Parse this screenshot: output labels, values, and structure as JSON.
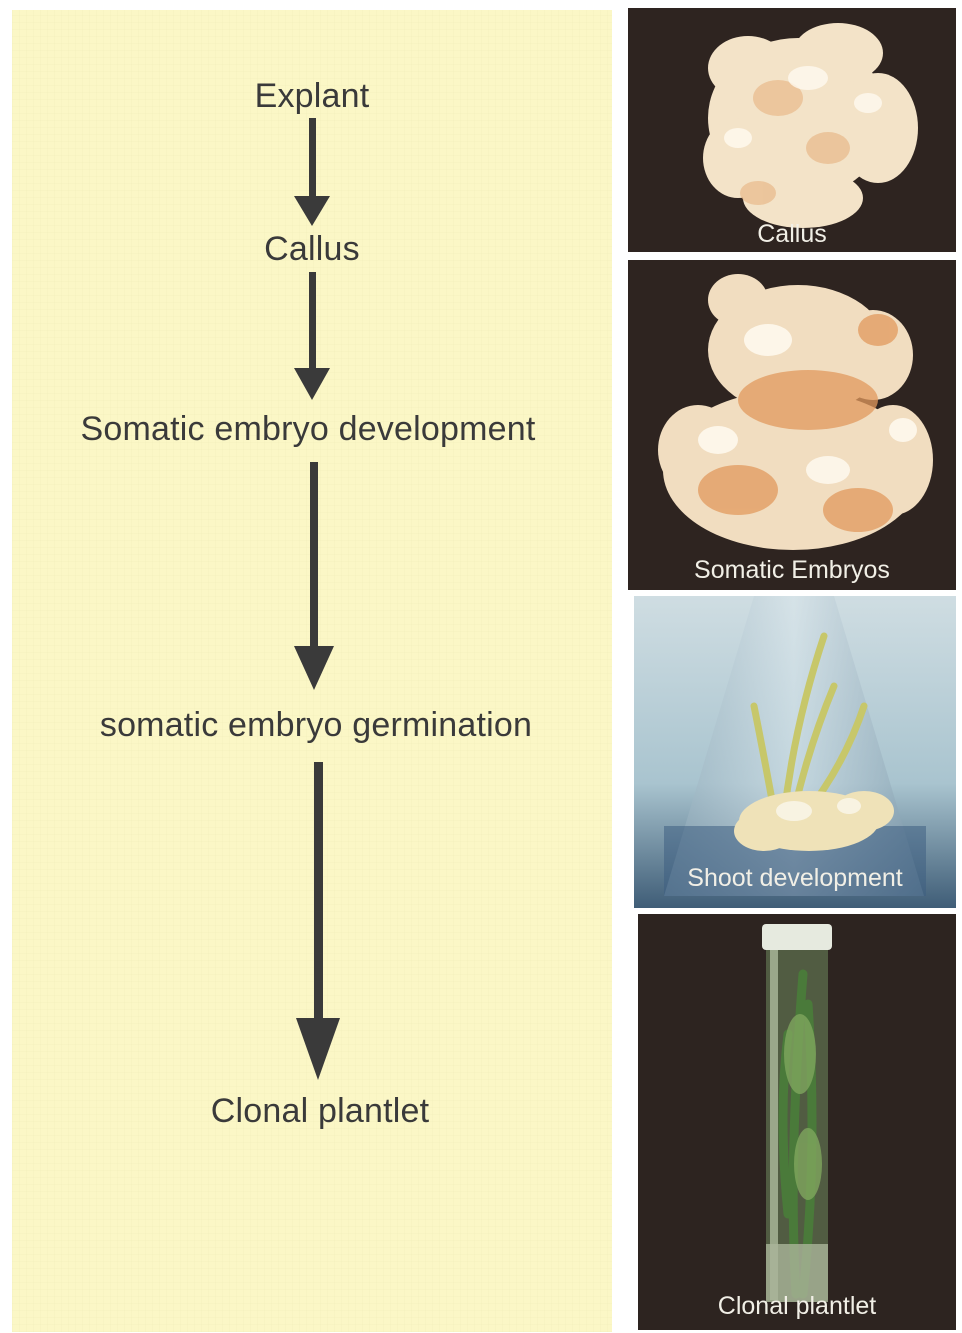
{
  "flow": {
    "steps": [
      "Explant",
      "Callus",
      "Somatic embryo development",
      "somatic embryo germination",
      "Clonal plantlet"
    ]
  },
  "photos": {
    "captions": [
      "Callus",
      "Somatic Embryos",
      "Shoot development",
      "Clonal plantlet"
    ]
  },
  "colors": {
    "panel_background": "#fbf7c6",
    "arrow": "#3a3a3a",
    "photo_dark_background": "#2f2521"
  }
}
